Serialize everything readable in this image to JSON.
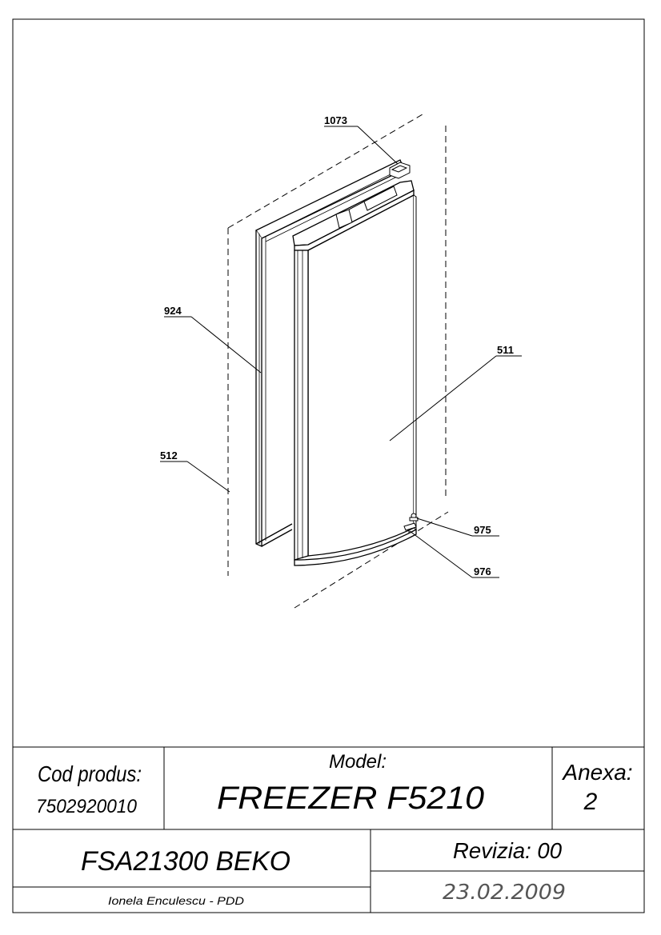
{
  "callouts": {
    "c1073": "1073",
    "c924": "924",
    "c511": "511",
    "c512": "512",
    "c975": "975",
    "c976": "976"
  },
  "title_block": {
    "cod_label": "Cod produs:",
    "cod_value": "7502920010",
    "model_label": "Model:",
    "model_value": "FREEZER F5210",
    "anexa_label": "Anexa:",
    "anexa_value": "2",
    "product_name": "FSA21300 BEKO",
    "revision": "Revizia: 00",
    "author": "Ionela Enculescu - PDD",
    "date": "23.02.2009"
  }
}
